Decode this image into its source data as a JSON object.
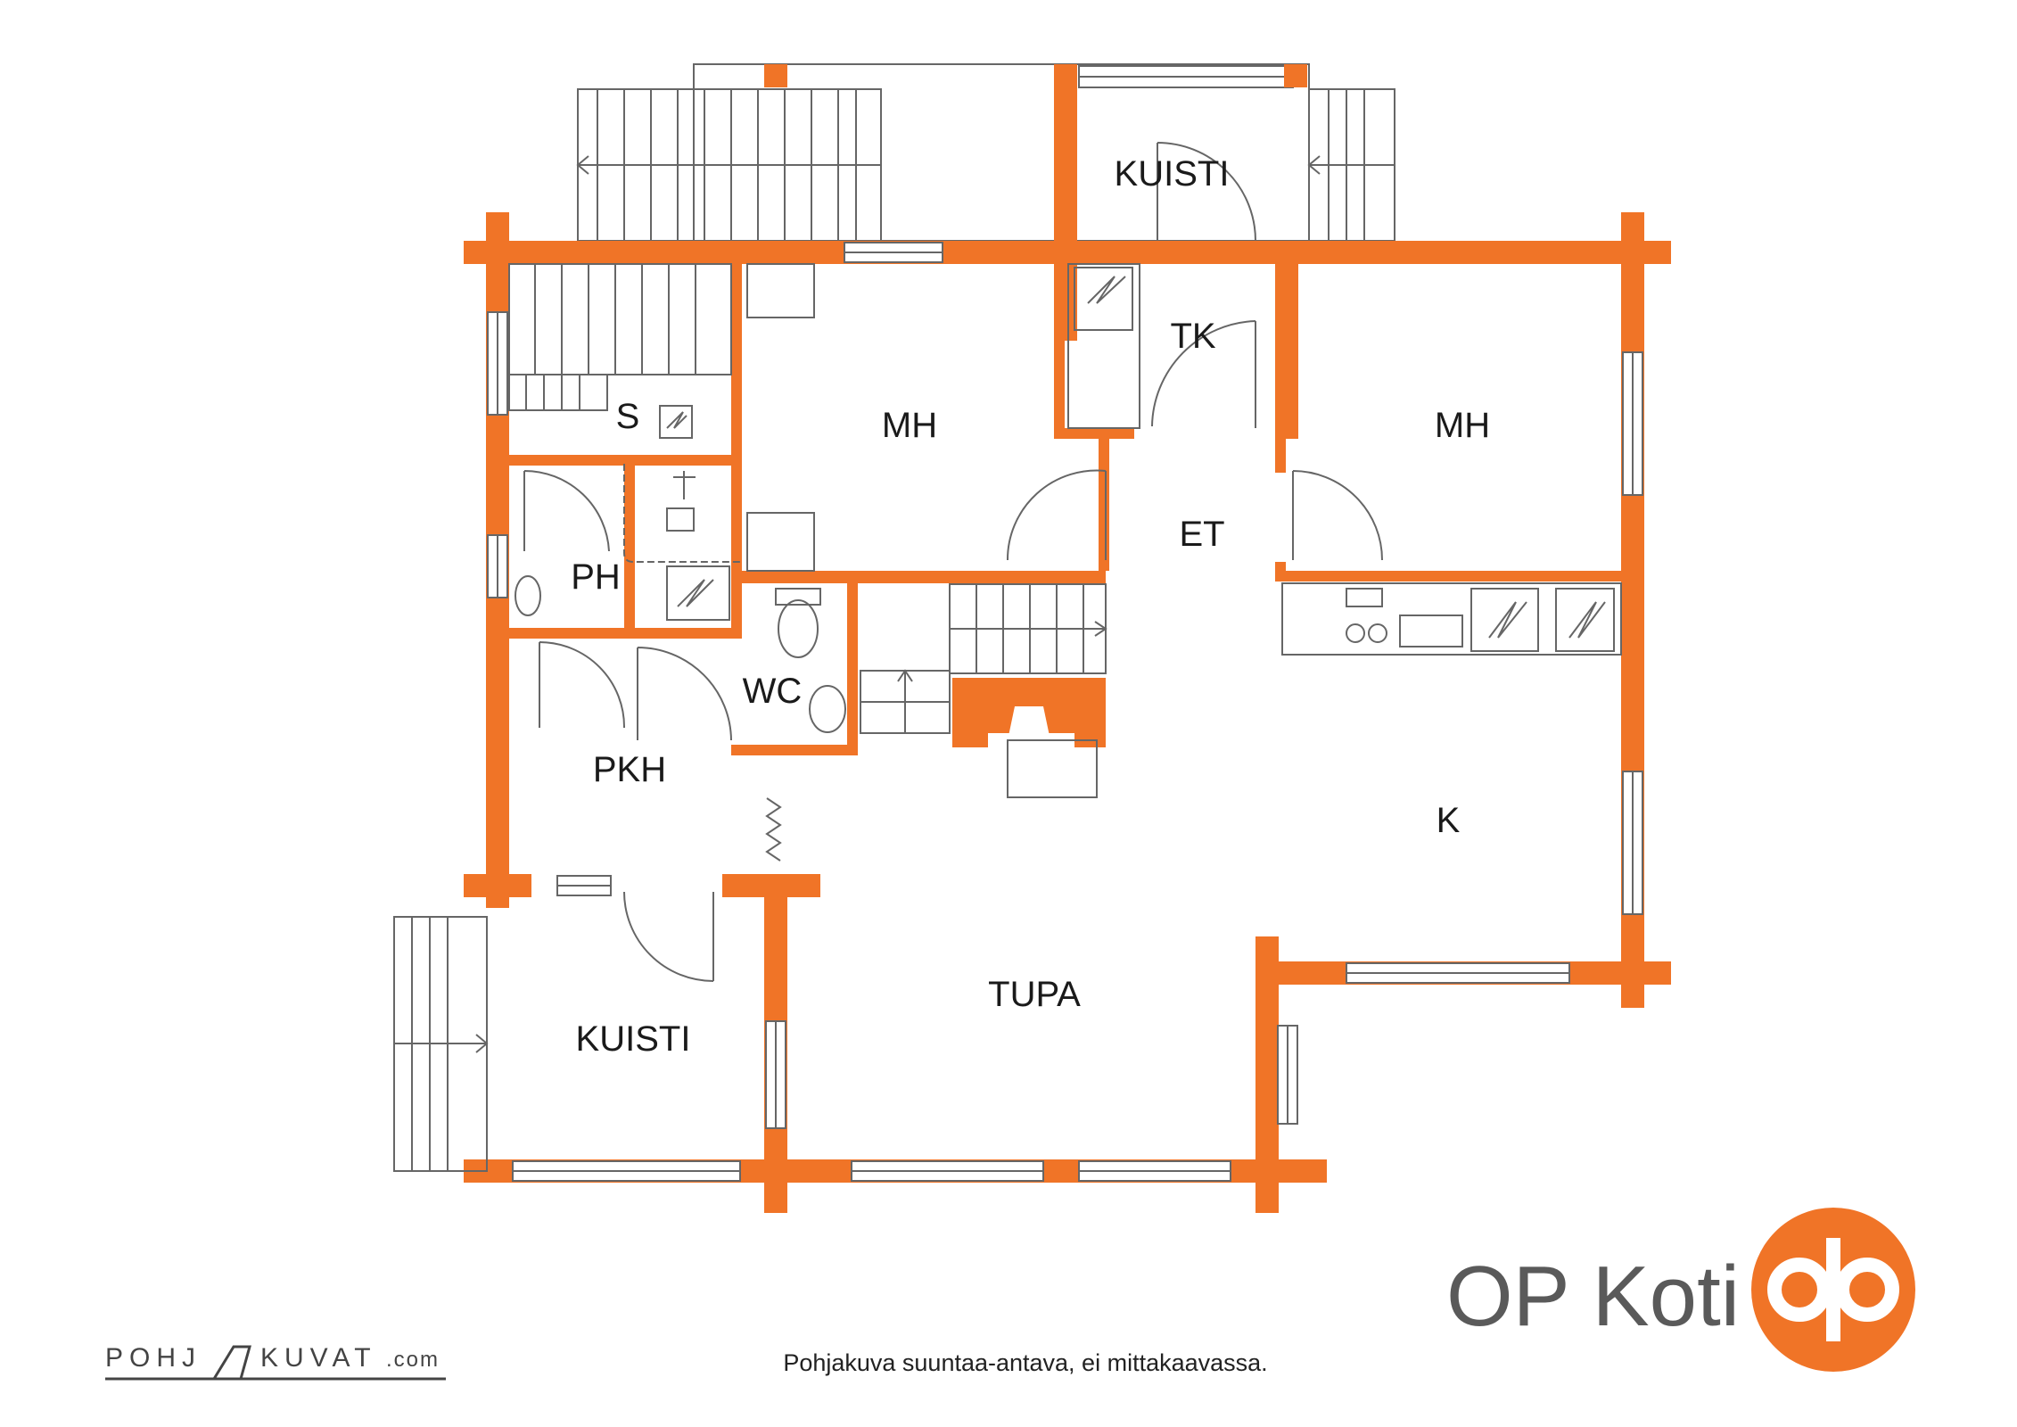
{
  "rooms": {
    "kuisti_top": "KUISTI",
    "tk": "TK",
    "mh_left": "MH",
    "mh_right": "MH",
    "s": "S",
    "ph": "PH",
    "et": "ET",
    "wc": "WC",
    "pkh": "PKH",
    "k": "K",
    "tupa": "TUPA",
    "kuisti_bottom": "KUISTI"
  },
  "brand": {
    "name": "OP Koti",
    "logo_icon": "op-logo-icon"
  },
  "footer": {
    "note": "Pohjakuva suuntaa-antava, ei mittakaavassa.",
    "credit_left": "POHJ",
    "credit_right": "KUVAT",
    "credit_suffix": ".com"
  },
  "colors": {
    "wall": "#f07427",
    "brand": "#f07427",
    "text": "#1a1a1a"
  }
}
